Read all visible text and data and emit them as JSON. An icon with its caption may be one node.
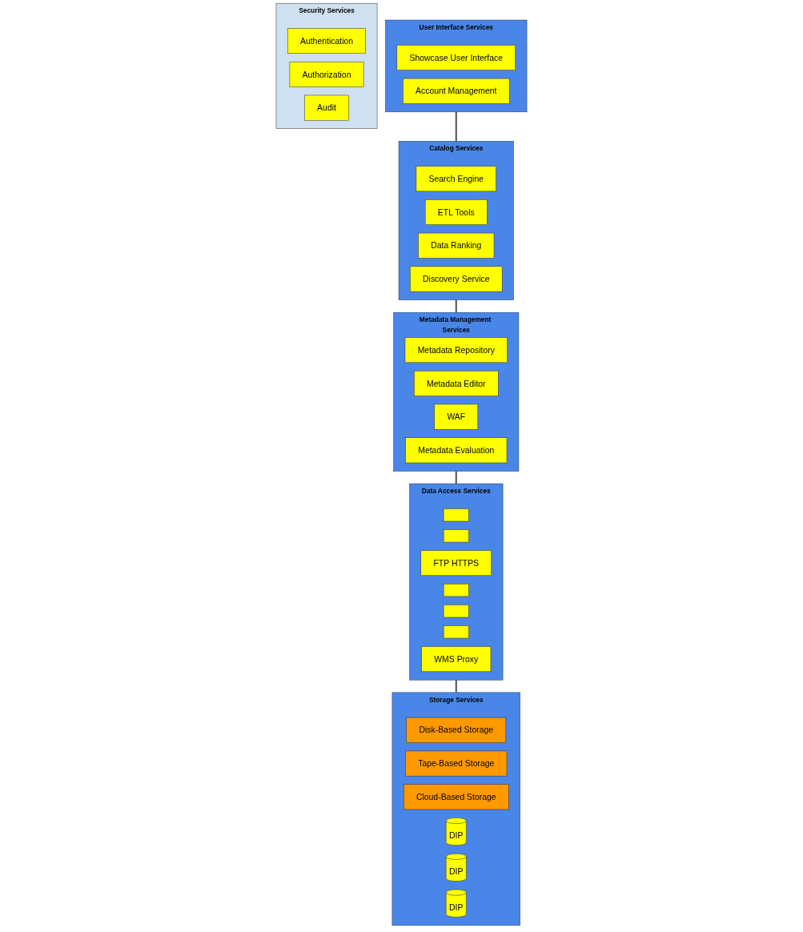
{
  "diagram": {
    "nodes": [
      {
        "text": [
          "User Interface Services"
        ]
      },
      {
        "text": [
          "Showcase User Interface"
        ],
        "in": 0
      },
      {
        "text": [
          "Account Management"
        ],
        "in": 0
      },
      {
        "text": [
          "Catalog Services"
        ]
      },
      {
        "text": [
          "Search Engine"
        ],
        "in": 3
      },
      {
        "text": [
          "ETL Tools"
        ],
        "in": 3
      },
      {
        "text": [
          "Data Ranking"
        ],
        "in": 3
      },
      {
        "text": [
          "Discovery Service"
        ],
        "in": 3
      },
      {
        "text": [
          "Metadata Management Services"
        ]
      },
      {
        "text": [
          "Metadata Repository"
        ],
        "in": 8
      },
      {
        "text": [
          "Metadata Editor"
        ],
        "in": 8
      },
      {
        "text": [
          "WAF"
        ],
        "in": 8
      },
      {
        "text": [
          "Metadata Evaluation"
        ],
        "in": 8
      },
      {
        "text": [
          "Data Access Services"
        ]
      },
      {
        "text": [],
        "shape": "box",
        "in": 13
      },
      {
        "text": [],
        "shape": "box",
        "in": 13
      },
      {
        "text": [
          "FTP HTTPS"
        ],
        "in": 13
      },
      {
        "text": [],
        "shape": "box",
        "in": 13
      },
      {
        "text": [],
        "shape": "box",
        "in": 13
      },
      {
        "text": [],
        "shape": "box",
        "in": 13
      },
      {
        "text": [
          "WMS Proxy"
        ],
        "in": 13
      },
      {
        "text": [
          "Storage Services"
        ]
      },
      {
        "text": [
          "Disk-Based Storage"
        ],
        "in": 21
      },
      {
        "text": [
          "Tape-Based Storage"
        ],
        "in": 21
      },
      {
        "text": [
          "Cloud-Based Storage"
        ],
        "in": 21
      },
      {
        "text": [
          "DIP"
        ],
        "in": 21
      },
      {
        "text": [
          "DIP"
        ],
        "in": 21
      },
      {
        "text": [
          "DIP"
        ],
        "in": 21
      },
      {
        "text": [
          "Security Services"
        ]
      },
      {
        "text": [
          "Authentication"
        ],
        "in": 28
      },
      {
        "text": [
          "Authorization"
        ],
        "in": 28
      },
      {
        "text": [
          "Audit"
        ],
        "in": 28
      }
    ],
    "edges": [
      {
        "from": 0,
        "to": 3,
        "arrow": "none"
      },
      {
        "from": 3,
        "to": 8,
        "arrow": "none"
      },
      {
        "from": 8,
        "to": 13,
        "arrow": "none"
      },
      {
        "from": 13,
        "to": 21,
        "arrow": "none"
      }
    ]
  }
}
